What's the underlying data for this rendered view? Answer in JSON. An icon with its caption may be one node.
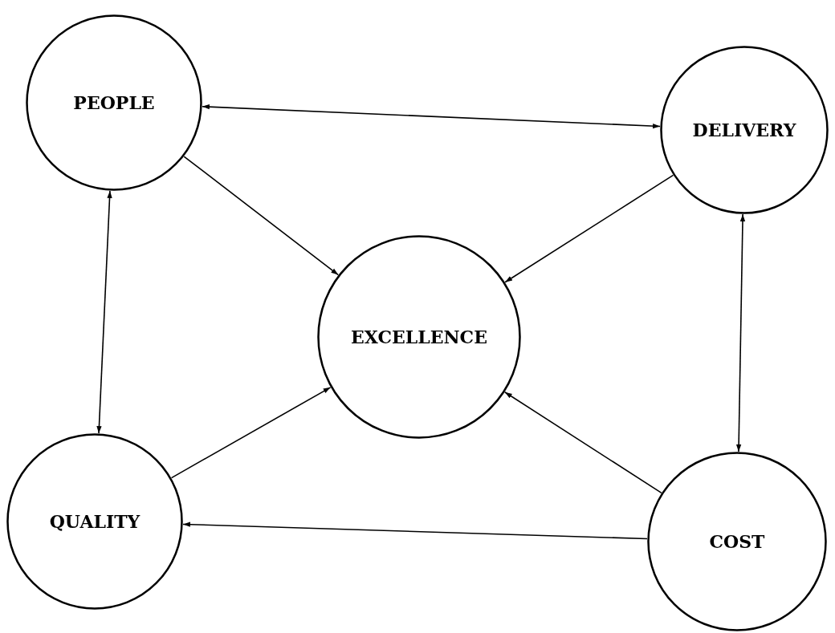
{
  "diagram": {
    "nodes": [
      {
        "text": [
          "PEOPLE"
        ]
      },
      {
        "text": [
          "DELIVERY"
        ]
      },
      {
        "text": [
          "EXCELLENCE"
        ]
      },
      {
        "text": [
          "QUALITY"
        ]
      },
      {
        "text": [
          "COST"
        ]
      }
    ],
    "edges": [
      {
        "from": 0,
        "to": 1,
        "arrow": "both"
      },
      {
        "from": 0,
        "to": 2,
        "arrow": "to"
      },
      {
        "from": 1,
        "to": 2,
        "arrow": "to"
      },
      {
        "from": 0,
        "to": 3,
        "arrow": "both"
      },
      {
        "from": 1,
        "to": 4,
        "arrow": "both"
      },
      {
        "from": 3,
        "to": 2,
        "arrow": "to"
      },
      {
        "from": 4,
        "to": 2,
        "arrow": "to"
      },
      {
        "from": 4,
        "to": 3,
        "arrow": "to"
      }
    ]
  }
}
